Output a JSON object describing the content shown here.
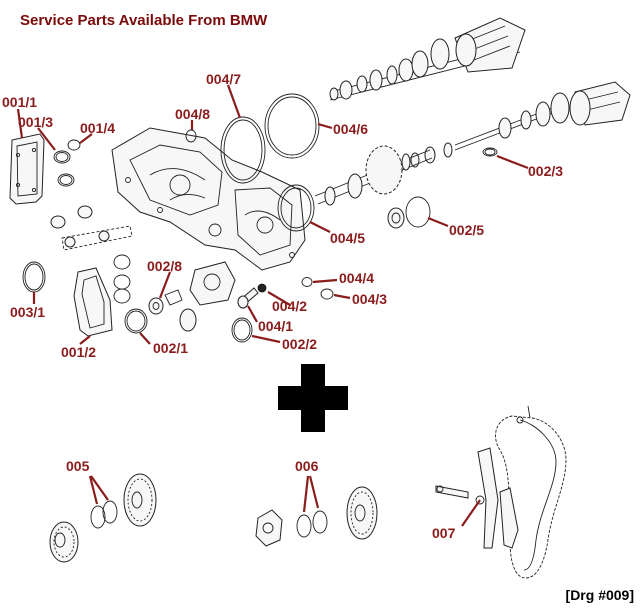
{
  "title": "Service Parts Available From BMW",
  "drawing_ref": "[Drg #009]",
  "colors": {
    "label": "#8b1c1c",
    "title": "#7a0b0b",
    "ink": "#222222"
  },
  "labels": {
    "p001_1": "001/1",
    "p001_3": "001/3",
    "p001_4": "001/4",
    "p004_8": "004/8",
    "p004_7": "004/7",
    "p004_6": "004/6",
    "p002_3": "002/3",
    "p004_5": "004/5",
    "p002_5": "002/5",
    "p002_8": "002/8",
    "p004_4": "004/4",
    "p004_3": "004/3",
    "p004_2": "004/2",
    "p004_1": "004/1",
    "p003_1": "003/1",
    "p001_2": "001/2",
    "p002_1": "002/1",
    "p002_2": "002/2",
    "p005": "005",
    "p006": "006",
    "p007": "007"
  },
  "icons": {
    "plus": "plus-icon"
  }
}
